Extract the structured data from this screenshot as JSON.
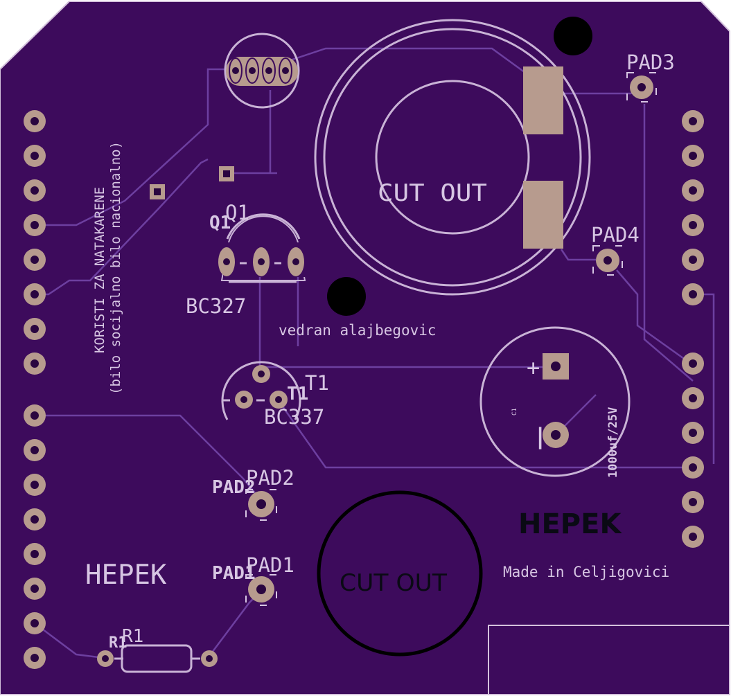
{
  "labels": {
    "pad3": "PAD3",
    "pad4": "PAD4",
    "pad2": "PAD2",
    "pad2_dup": "PAD2",
    "pad1": "PAD1",
    "pad1_dup": "PAD1",
    "q1": "Q1",
    "q1_dup": "Q1",
    "q1_value": "BC327",
    "t1": "T1",
    "t1_dup": "T1",
    "t1_value": "BC337",
    "r1": "R1",
    "r1_dup": "R1",
    "c1": "C1",
    "c1_value": "1000uf/25V",
    "plus": "+",
    "minus": "|",
    "cutout_top": "CUT OUT",
    "cutout_bottom": "CUT OUT",
    "author": "vedran alajbegovic",
    "brand_left": "HEPEK",
    "brand_right": "HEPEK",
    "made_in": "Made in Celjigovici",
    "note_line1": "KORISTI ZA NATAKARENE",
    "note_line2": "(bilo socijalno bilo nacionalno)"
  },
  "colors": {
    "board": "#3d0b5c",
    "silkscreen": "#c9b3d6",
    "copper_pad": "#b79b8e",
    "hole": "#2a0640",
    "trace": "#6d3fa0"
  }
}
